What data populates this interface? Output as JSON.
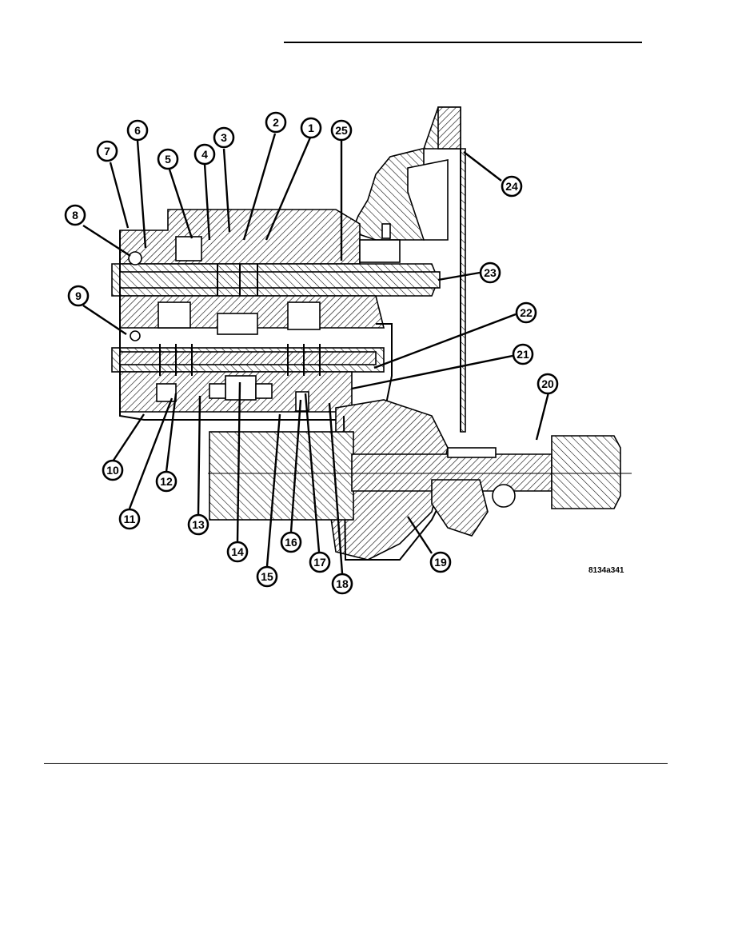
{
  "figure": {
    "code": "8134a341",
    "callouts": [
      "1",
      "2",
      "3",
      "4",
      "5",
      "6",
      "7",
      "8",
      "9",
      "10",
      "11",
      "12",
      "13",
      "14",
      "15",
      "16",
      "17",
      "18",
      "19",
      "20",
      "21",
      "22",
      "23",
      "24",
      "25"
    ]
  }
}
